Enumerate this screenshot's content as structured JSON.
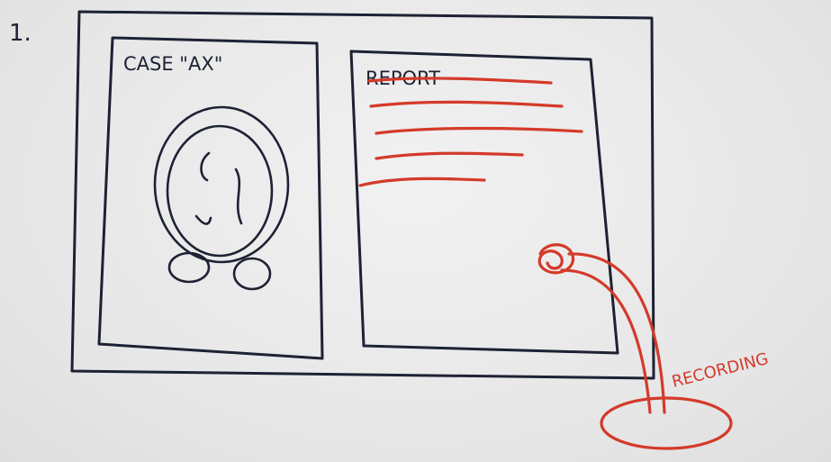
{
  "sketch": {
    "number_label": "1.",
    "case_panel": {
      "title": "CASE \"AX\""
    },
    "report_panel": {
      "title": "REPORT"
    },
    "recording_label": "RECORDING"
  },
  "colors": {
    "ink": "#1d2233",
    "marker_red": "#d43a2a",
    "paper": "#ebebeb"
  }
}
